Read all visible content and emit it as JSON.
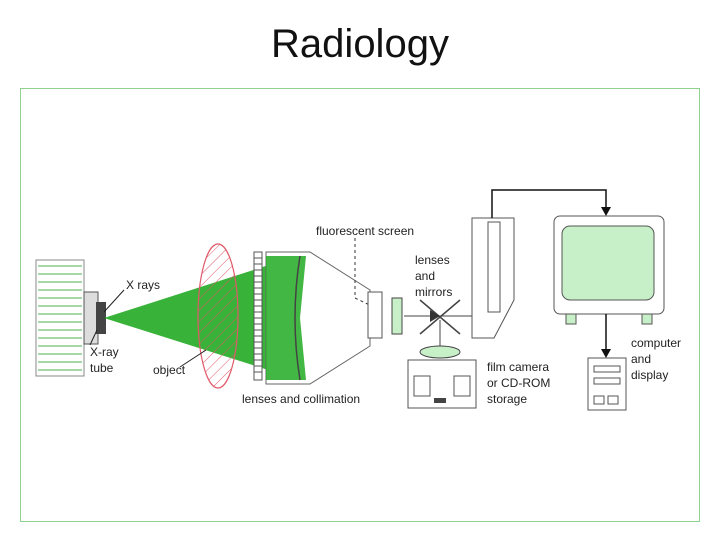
{
  "title": "Radiology",
  "labels": {
    "xrays": "X rays",
    "xray_tube_1": "X-ray",
    "xray_tube_2": "tube",
    "object": "object",
    "fluorescent_screen": "fluorescent screen",
    "lenses_1": "lenses",
    "lenses_2": "and",
    "lenses_3": "mirrors",
    "lenses_collimation": "lenses and collimation",
    "film_1": "film camera",
    "film_2": "or CD-ROM",
    "film_3": "storage",
    "computer_1": "computer",
    "computer_2": "and",
    "computer_3": "display"
  },
  "colors": {
    "beam": "#22aa22",
    "screen": "#c8f0c8",
    "frame": "#8fd18f",
    "object_outline": "#e05a6a",
    "tube_stripes": "#4caf50"
  }
}
